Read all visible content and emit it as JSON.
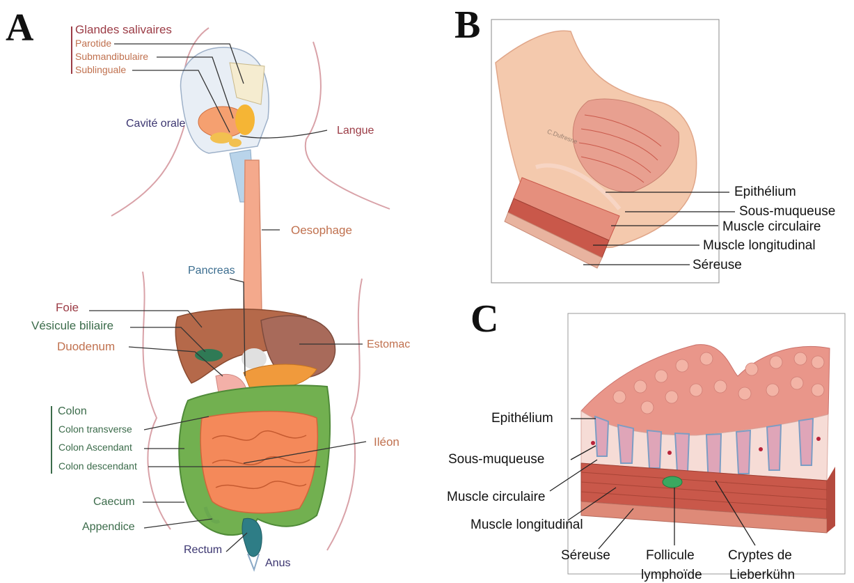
{
  "panels": {
    "A": {
      "letter": "A",
      "groups": {
        "salivary": {
          "title": "Glandes salivaires",
          "items": [
            "Parotide",
            "Submandibulaire",
            "Sublinguale"
          ]
        },
        "colon": {
          "title": "Colon",
          "items": [
            "Colon transverse",
            "Colon Ascendant",
            "Colon descendant"
          ]
        }
      },
      "labels": {
        "oral_cavity": "Cavité orale",
        "tongue": "Langue",
        "esophagus": "Oesophage",
        "pancreas": "Pancreas",
        "liver": "Foie",
        "gallbladder": "Vésicule biliaire",
        "duodenum": "Duodenum",
        "stomach": "Estomac",
        "ileum": "Iléon",
        "caecum": "Caecum",
        "appendix": "Appendice",
        "rectum": "Rectum",
        "anus": "Anus"
      }
    },
    "B": {
      "letter": "B",
      "signature": "C.Dufresne",
      "labels": [
        "Epithélium",
        "Sous-muqueuse",
        "Muscle circulaire",
        "Muscle longitudinal",
        "Séreuse"
      ]
    },
    "C": {
      "letter": "C",
      "labels": {
        "epithelium": "Epithélium",
        "submucosa": "Sous-muqueuse",
        "circular": "Muscle circulaire",
        "longitudinal": "Muscle longitudinal",
        "serosa": "Séreuse",
        "follicle_line1": "Follicule",
        "follicle_line2": "lymphoïde",
        "crypts_line1": "Cryptes de",
        "crypts_line2": "Lieberkühn"
      }
    }
  },
  "colors": {
    "label_red": "#9b3b45",
    "label_orange": "#c0714f",
    "label_green": "#3b6b4a",
    "label_blue": "#3b6d8f",
    "tissue_pink": "#e8a090",
    "muscle_red": "#c9584a",
    "intestine_orange": "#f08a5d",
    "colon_green": "#6aa84f",
    "liver_brown": "#b5694a"
  }
}
